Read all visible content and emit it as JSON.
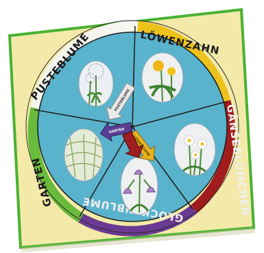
{
  "photo": {
    "subject": "paper wheel poster of flowers",
    "colors": {
      "background": "#ffffff",
      "paper": "#f3e9a9",
      "frame": "#49b233",
      "board": "#5ab3cd",
      "ring_white": "#f5f5f0",
      "ring_yellow": "#eec21c",
      "ring_red": "#a11c1d",
      "ring_purple": "#6b3a92",
      "ring_green": "#68bb3b"
    }
  },
  "wheel": {
    "segments": [
      {
        "label": "PUSTEBLUME",
        "ring_color": "#f5f5f0",
        "icon": "dandelion-seedhead-icon"
      },
      {
        "label": "LÖWENZAHN",
        "ring_color": "#eec21c",
        "icon": "dandelion-flower-icon"
      },
      {
        "label": "GÄNSEBLÜMCHEN",
        "ring_color": "#a11c1d",
        "icon": "daisy-icon"
      },
      {
        "label": "GLOCKENBLUME",
        "ring_color": "#6b3a92",
        "icon": "bellflower-icon"
      },
      {
        "label": "GARTEN",
        "ring_color": "#68bb3b",
        "icon": "garden-icon"
      }
    ],
    "pointers": [
      {
        "label": "PUSTEBLUME",
        "color": "#e8e8e8"
      },
      {
        "label": "GARTEN",
        "color": "#5b3f95"
      },
      {
        "label": "LÖWENZAHN",
        "color": "#e8b320"
      },
      {
        "label": "",
        "color": "#9e1d1f"
      }
    ]
  }
}
